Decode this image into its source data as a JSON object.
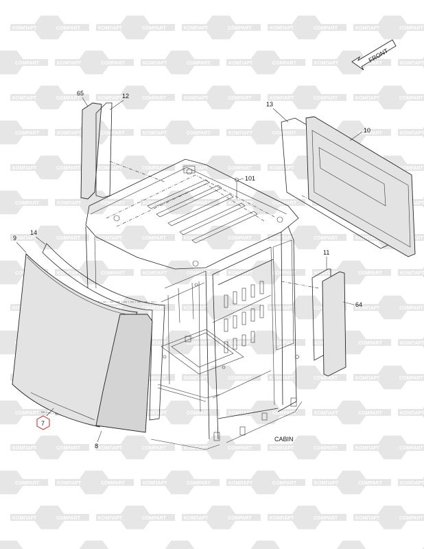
{
  "watermark": {
    "brand_left": "KOMПАРТ",
    "brand_right": "COMPART"
  },
  "front_arrow": {
    "label": "FRONT"
  },
  "caption": "CABIN",
  "callouts": {
    "c65": "65",
    "c12": "12",
    "c13": "13",
    "c10": "10",
    "c101": "101",
    "c9": "9",
    "c14": "14",
    "c11": "11",
    "c64": "64",
    "c7": "7",
    "c8": "8"
  },
  "colors": {
    "watermark": "#e6e6e6",
    "line": "#222222",
    "glass": "#e3e3e3",
    "highlight": "#cc2222"
  }
}
